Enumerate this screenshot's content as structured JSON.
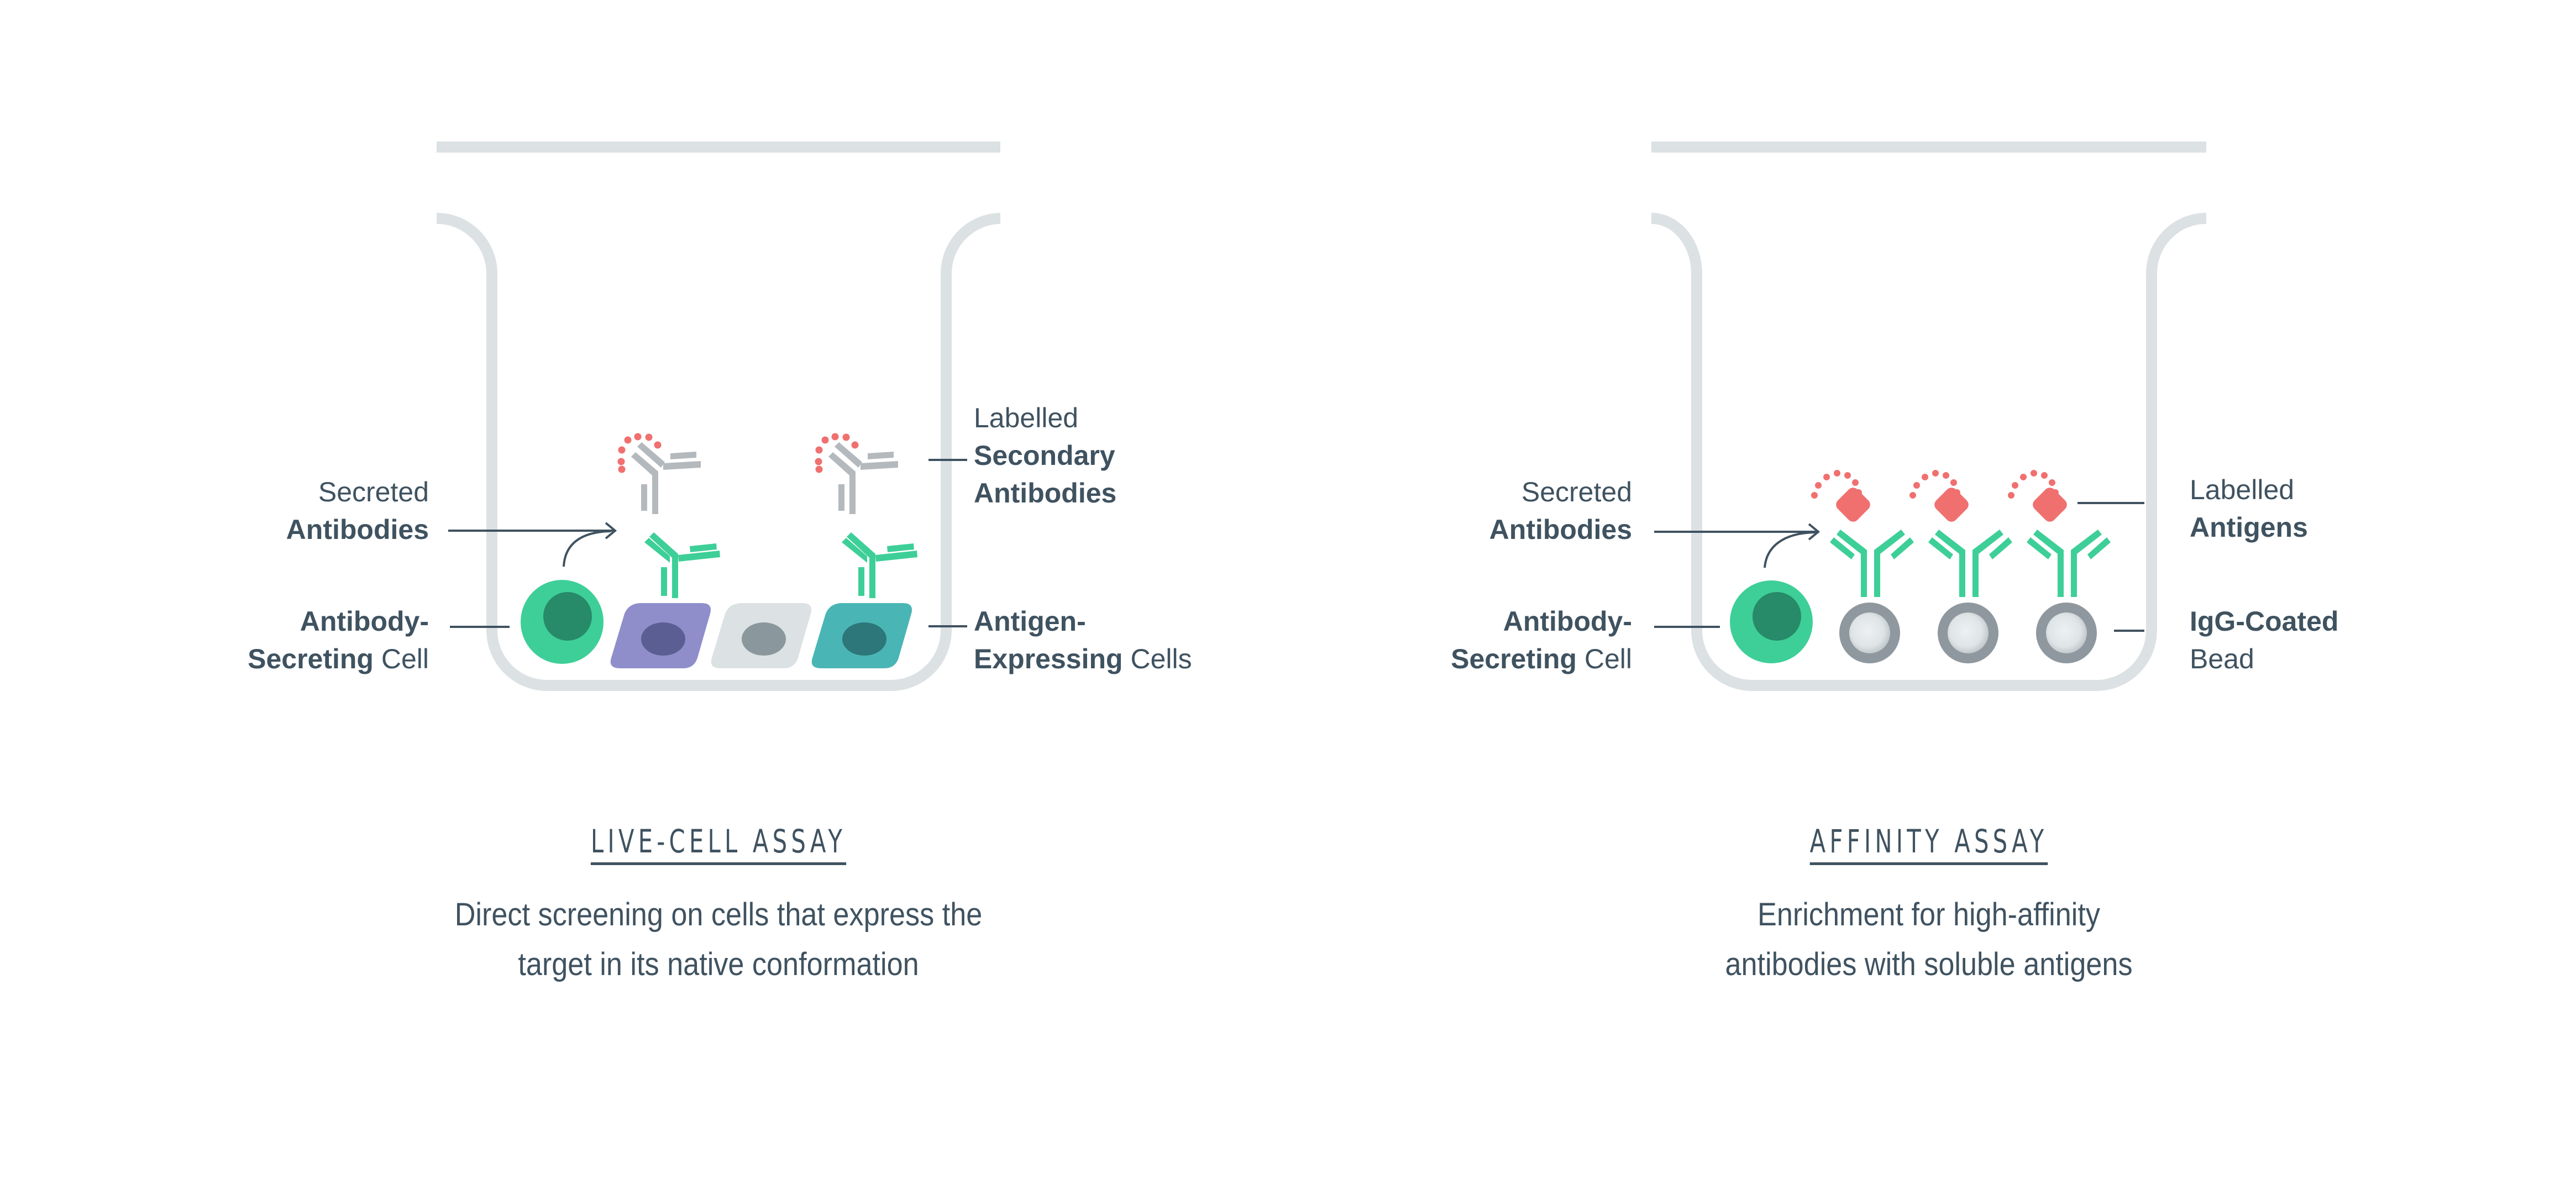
{
  "colors": {
    "beaker": "#dce1e3",
    "text": "#3f5260",
    "leader_line": "#3f5260",
    "antibody_green": "#3ecf98",
    "secondary_antibody_gray": "#b4b9bd",
    "label_red": "#f07070",
    "cell_green": "#3ecf98",
    "cell_green_nucleus": "#278a69",
    "cell_purple": "#8f8ecb",
    "cell_purple_nucleus": "#5b5e92",
    "cell_lightgray": "#dce1e3",
    "cell_lightgray_nucleus": "#8a979c",
    "cell_teal": "#4ab5b5",
    "cell_teal_nucleus": "#2d7679",
    "bead_ring": "#8f989f",
    "bead_core": "#e6eaec"
  },
  "left_panel": {
    "title": "LIVE-CELL ASSAY",
    "description_line1": "Direct screening on cells that express the",
    "description_line2": "target in its native conformation",
    "labels": {
      "secreted_light": "Secreted",
      "secreted_bold": "Antibodies",
      "asc_bold_1": "Antibody-",
      "asc_bold_2": "Secreting",
      "asc_light": " Cell",
      "secondary_light": "Labelled",
      "secondary_bold_1": "Secondary",
      "secondary_bold_2": "Antibodies",
      "aec_bold_1": "Antigen-",
      "aec_bold_2": "Expressing",
      "aec_light": " Cells"
    },
    "icons": [
      "beaker-icon",
      "antibody-secreting-cell-icon",
      "secreted-antibody-icon",
      "secondary-antibody-icon",
      "fluorescent-label-icon",
      "antigen-expressing-cell-icon",
      "non-expressing-cell-icon",
      "arrow-icon"
    ]
  },
  "right_panel": {
    "title": "AFFINITY ASSAY",
    "description_line1": "Enrichment for high-affinity",
    "description_line2": "antibodies with soluble antigens",
    "labels": {
      "secreted_light": "Secreted",
      "secreted_bold": "Antibodies",
      "asc_bold_1": "Antibody-",
      "asc_bold_2": "Secreting",
      "asc_light": " Cell",
      "antigen_light": "Labelled",
      "antigen_bold": "Antigens",
      "bead_bold": "IgG-Coated",
      "bead_light": "Bead"
    },
    "icons": [
      "beaker-icon",
      "antibody-secreting-cell-icon",
      "secreted-antibody-icon",
      "labelled-antigen-icon",
      "igg-coated-bead-icon",
      "arrow-icon"
    ]
  }
}
